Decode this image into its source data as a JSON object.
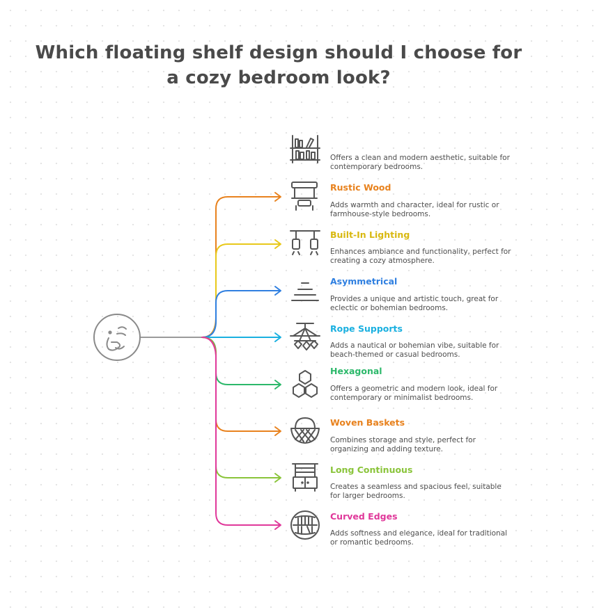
{
  "title": {
    "line1": "Which floating shelf design should I choose for",
    "line2": "a cozy bedroom look?"
  },
  "root": {
    "icon": "thinking-face-icon"
  },
  "options": [
    {
      "label": "",
      "desc": "Offers a clean and modern aesthetic, suitable for contemporary bedrooms.",
      "icon": "bookshelf-icon",
      "color": "#9a9a9a"
    },
    {
      "label": "Rustic Wood",
      "desc": "Adds warmth and character, ideal for rustic or farmhouse-style bedrooms.",
      "icon": "rustic-shelf-icon",
      "color": "#e8821e"
    },
    {
      "label": "Built-In Lighting",
      "desc": "Enhances ambiance and functionality, perfect for creating a cozy atmosphere.",
      "icon": "pendant-lights-icon",
      "color": "#e8c81a"
    },
    {
      "label": "Asymmetrical",
      "desc": "Provides a unique and artistic touch, great for eclectic or bohemian bedrooms.",
      "icon": "stacked-lines-icon",
      "color": "#2f7fe0"
    },
    {
      "label": "Rope Supports",
      "desc": "Adds a nautical or bohemian vibe, suitable for beach-themed or casual bedrooms.",
      "icon": "rope-shelf-icon",
      "color": "#1ab0e0"
    },
    {
      "label": "Hexagonal",
      "desc": "Offers a geometric and modern look, ideal for contemporary or minimalist bedrooms.",
      "icon": "hexagons-icon",
      "color": "#2cb86a"
    },
    {
      "label": "Woven Baskets",
      "desc": "Combines storage and style, perfect for organizing and adding texture.",
      "icon": "basket-icon",
      "color": "#e8821e"
    },
    {
      "label": "Long Continuous",
      "desc": "Creates a seamless and spacious feel, suitable for larger bedrooms.",
      "icon": "long-shelf-icon",
      "color": "#8ac43a"
    },
    {
      "label": "Curved Edges",
      "desc": "Adds softness and elegance, ideal for traditional or romantic bedrooms.",
      "icon": "curved-shelf-icon",
      "color": "#e0389a"
    }
  ]
}
